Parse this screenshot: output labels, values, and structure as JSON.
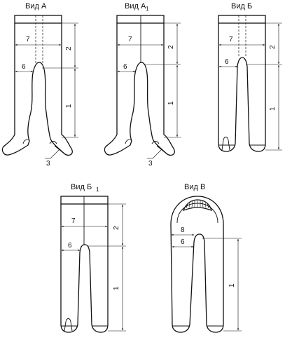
{
  "views": [
    {
      "title": "Вид А",
      "subscript": ""
    },
    {
      "title": "Вид А",
      "subscript": "1"
    },
    {
      "title": "Вид Б",
      "subscript": ""
    },
    {
      "title": "Вид Б",
      "subscript": "1"
    },
    {
      "title": "Вид В",
      "subscript": ""
    }
  ],
  "dims": {
    "d1": "1",
    "d2": "2",
    "d3": "3",
    "d6": "6",
    "d7": "7",
    "d8": "8"
  }
}
